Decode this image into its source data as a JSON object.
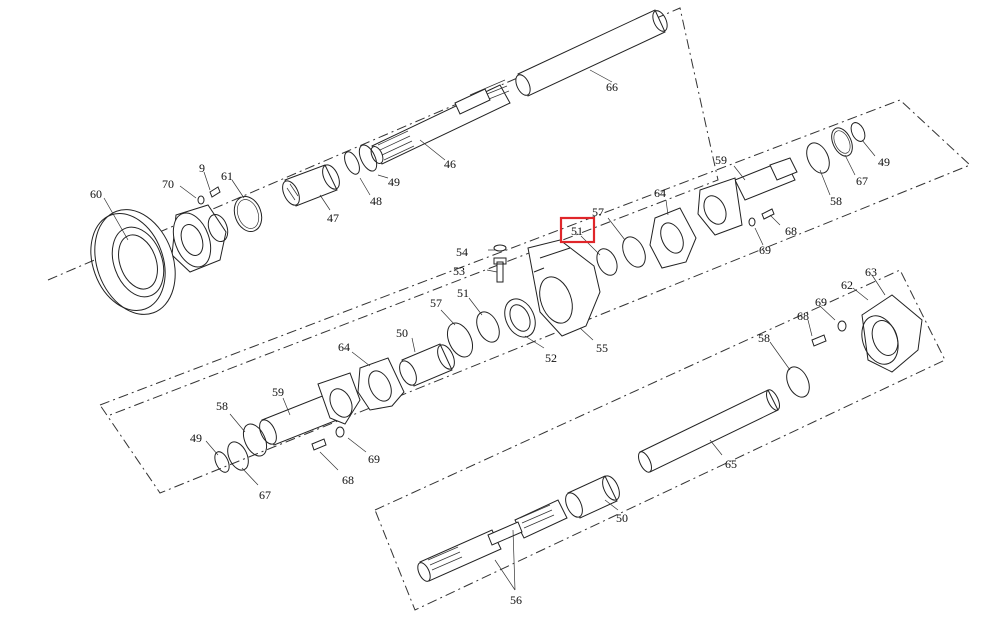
{
  "labels": {
    "p66": "66",
    "p46": "46",
    "p49a": "49",
    "p48": "48",
    "p47": "47",
    "p9": "9",
    "p70": "70",
    "p61": "61",
    "p60": "60",
    "p59a": "59",
    "p64a": "64",
    "p57a": "57",
    "p51a": "51",
    "p49b": "49",
    "p67a": "67",
    "p58a": "58",
    "p68a": "68",
    "p69a": "69",
    "p54": "54",
    "p53": "53",
    "p57b": "57",
    "p51b": "51",
    "p50a": "50",
    "p52": "52",
    "p55": "55",
    "p64b": "64",
    "p59b": "59",
    "p58b": "58",
    "p49c": "49",
    "p67b": "67",
    "p68b": "68",
    "p69b": "69",
    "p69c": "69",
    "p68c": "68",
    "p62": "62",
    "p63": "63",
    "p58c": "58",
    "p65": "65",
    "p50b": "50",
    "p56": "56"
  },
  "highlight": {
    "part": "51",
    "color": "#e0262a"
  }
}
